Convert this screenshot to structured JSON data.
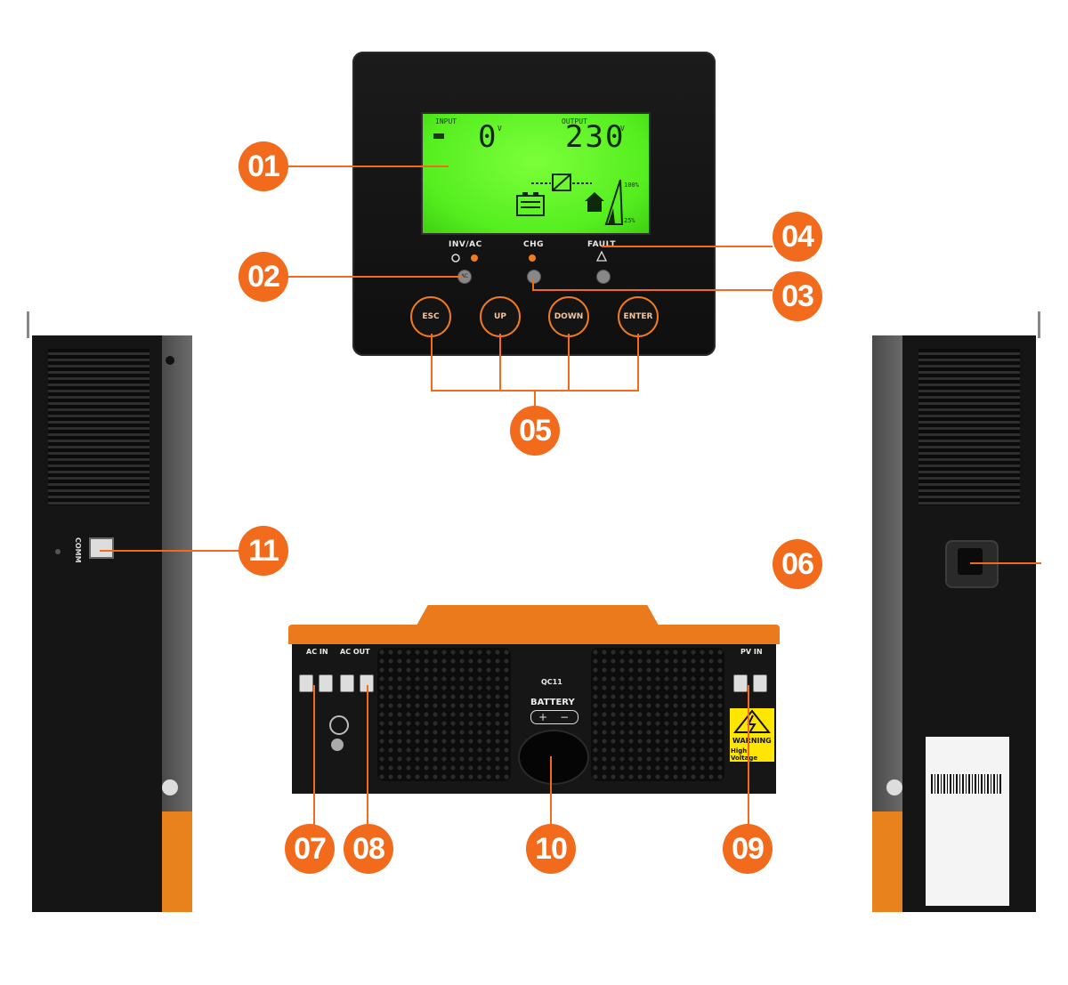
{
  "panel": {
    "lcd": {
      "input_label": "INPUT",
      "output_label": "OUTPUT",
      "input_value": "0",
      "output_value": "230",
      "unit_v": "V",
      "batt_100": "100%",
      "batt_25": "25%"
    },
    "indicators": {
      "inv_ac": "INV/AC",
      "chg": "CHG",
      "fault": "FAULT"
    },
    "buttons": [
      "ESC",
      "UP",
      "DOWN",
      "ENTER"
    ]
  },
  "left_tower": {
    "comm_label": "COMM"
  },
  "unit": {
    "ac_in": "AC IN",
    "ac_out": "AC OUT",
    "pv_in": "PV IN",
    "battery": "BATTERY",
    "qc": "QC11",
    "warning_title": "WARNING",
    "warning_sub": "High Voltage"
  },
  "callouts": [
    "01",
    "02",
    "03",
    "04",
    "05",
    "06",
    "07",
    "08",
    "09",
    "10",
    "11"
  ],
  "colors": {
    "accent": "#f26a1b",
    "lcd": "#55ee1f",
    "device": "#151515"
  }
}
